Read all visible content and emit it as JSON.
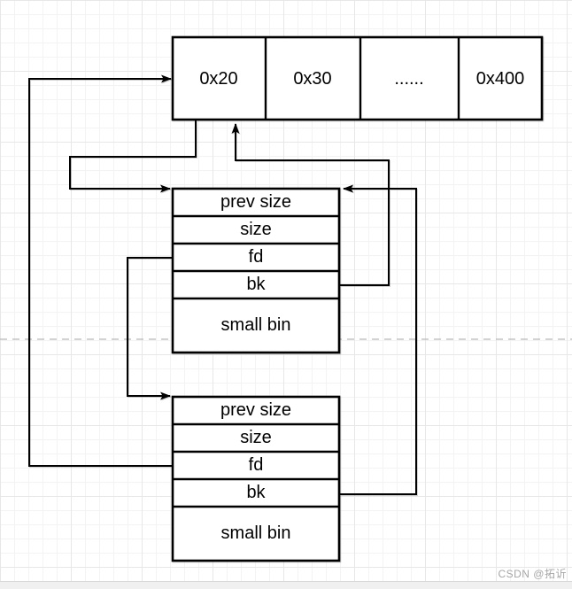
{
  "diagram": {
    "bin_array": {
      "cells": [
        "0x20",
        "0x30",
        "......",
        "0x400"
      ]
    },
    "chunks": [
      {
        "rows": [
          "prev size",
          "size",
          "fd",
          "bk"
        ],
        "payload": "small bin"
      },
      {
        "rows": [
          "prev size",
          "size",
          "fd",
          "bk"
        ],
        "payload": "small bin"
      }
    ],
    "connections": [
      "bin-0x20 -> chunk-1",
      "chunk-1-bk -> bin-0x20",
      "chunk-1-fd -> chunk-2",
      "chunk-2-bk -> chunk-1",
      "chunk-2-fd -> bin-0x20"
    ]
  },
  "watermark": "CSDN @拓䜣",
  "colors": {
    "stroke": "#000000",
    "shape_fill": "#ffffff",
    "guide_dash": "#b9b9b9",
    "watermark": "#a6a6a6"
  }
}
